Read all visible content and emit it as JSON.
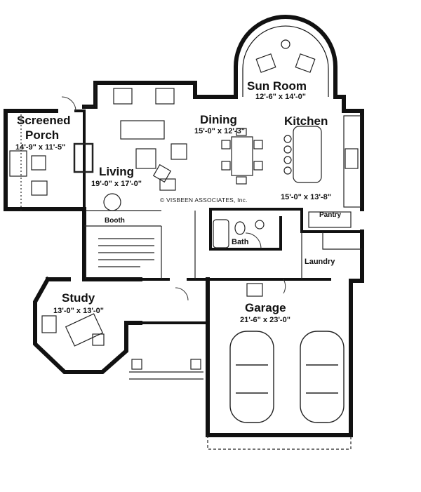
{
  "rooms": {
    "sun_room": {
      "name": "Sun Room",
      "dims": "12'-6\" x 14'-0\""
    },
    "screened_porch": {
      "name_line1": "Screened",
      "name_line2": "Porch",
      "dims": "14'-9\" x 11'-5\""
    },
    "dining": {
      "name": "Dining",
      "dims": "15'-0\" x 12'-3\""
    },
    "kitchen": {
      "name": "Kitchen",
      "dims": "15'-0\" x 13'-8\""
    },
    "living": {
      "name": "Living",
      "dims": "19'-0\" x 17'-0\""
    },
    "booth": {
      "name": "Booth"
    },
    "pantry": {
      "name": "Pantry"
    },
    "bath": {
      "name": "Bath"
    },
    "laundry": {
      "name": "Laundry"
    },
    "study": {
      "name": "Study",
      "dims": "13'-0\" x 13'-0\""
    },
    "garage": {
      "name": "Garage",
      "dims": "21'-6\" x 23'-0\""
    }
  },
  "credit": "© VISBEEN ASSOCIATES, Inc."
}
